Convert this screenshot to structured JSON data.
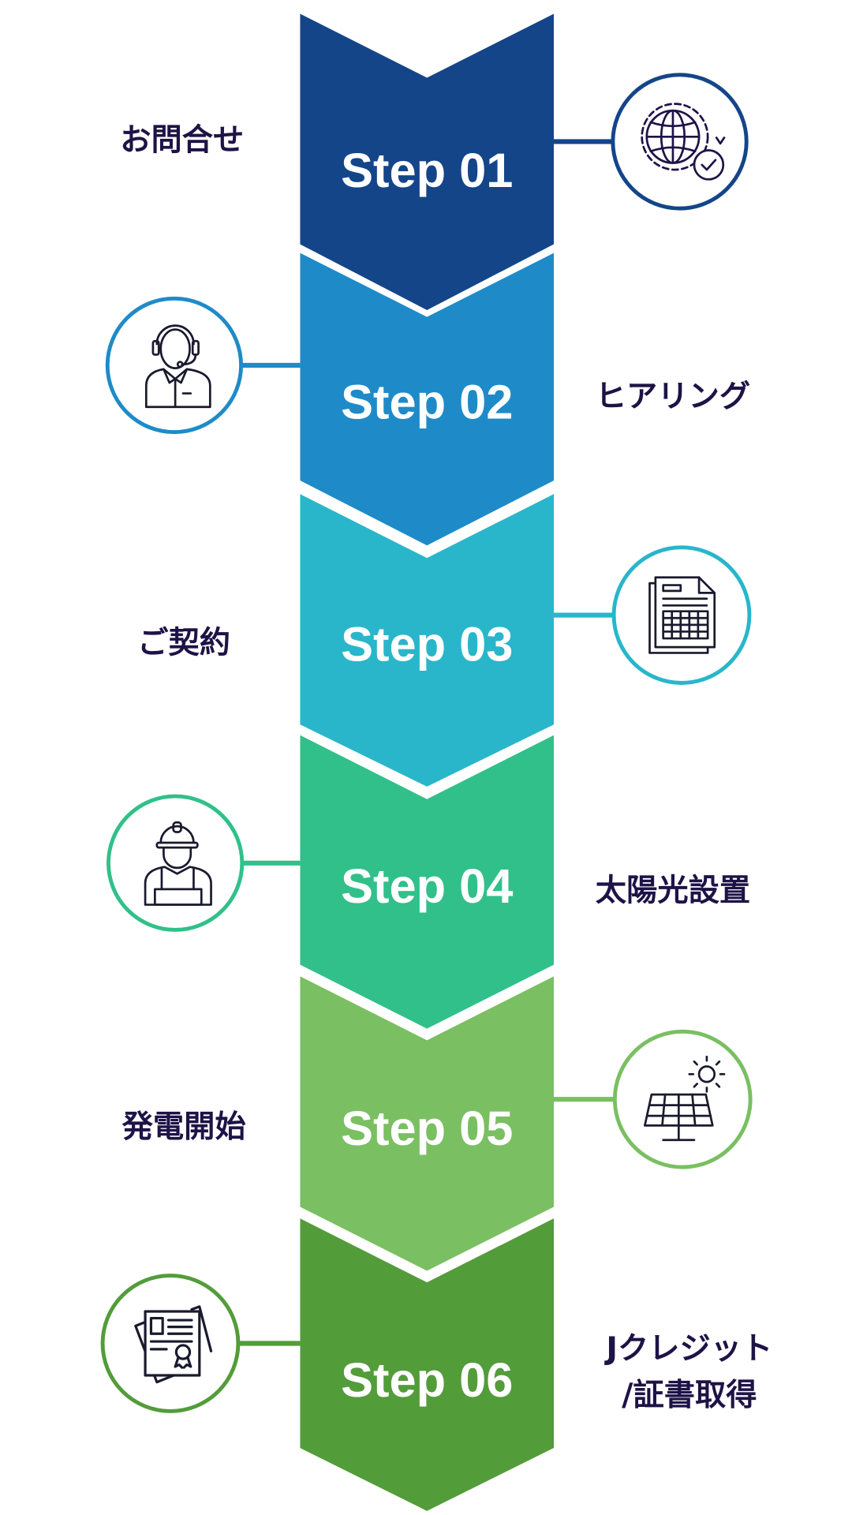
{
  "steps": [
    {
      "title": "Step 01",
      "label": "お問合せ",
      "color": "#144589",
      "icon": "globe-check-icon"
    },
    {
      "title": "Step 02",
      "label": "ヒアリング",
      "color": "#1E8BC8",
      "icon": "headset-operator-icon"
    },
    {
      "title": "Step 03",
      "label": "ご契約",
      "color": "#29B6CB",
      "icon": "contract-document-icon"
    },
    {
      "title": "Step 04",
      "label": "太陽光設置",
      "color": "#31C08A",
      "icon": "construction-worker-icon"
    },
    {
      "title": "Step 05",
      "label": "発電開始",
      "color": "#7ABF62",
      "icon": "solar-panel-icon"
    },
    {
      "title": "Step 06",
      "label_line1": "Jクレジット",
      "label_line2": "/証書取得",
      "color": "#539C3A",
      "icon": "certificate-icon"
    }
  ],
  "label_color": "#1E1346"
}
